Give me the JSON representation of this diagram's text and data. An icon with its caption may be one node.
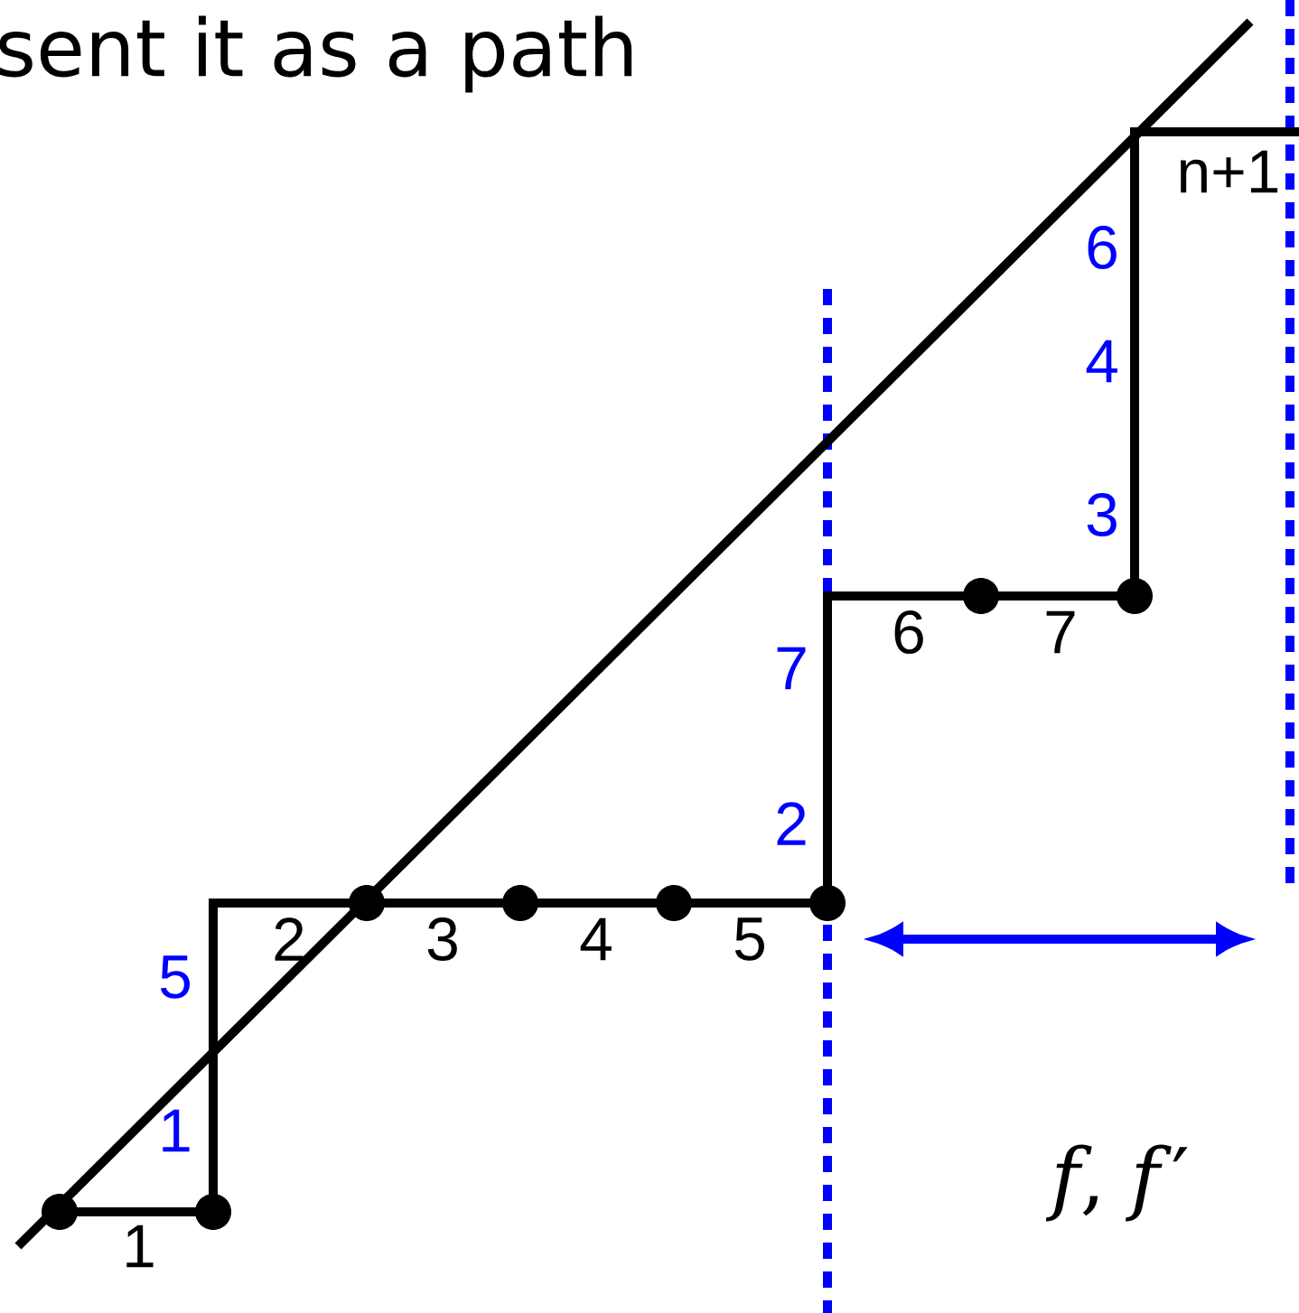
{
  "diagram": {
    "title": "sent it as a path",
    "labels": [
      "n+1",
      "6",
      "4",
      "3",
      "6",
      "7",
      "7",
      "2",
      "2",
      "3",
      "4",
      "5",
      "5",
      "1",
      "*f*, *f*′",
      "1"
    ]
  }
}
